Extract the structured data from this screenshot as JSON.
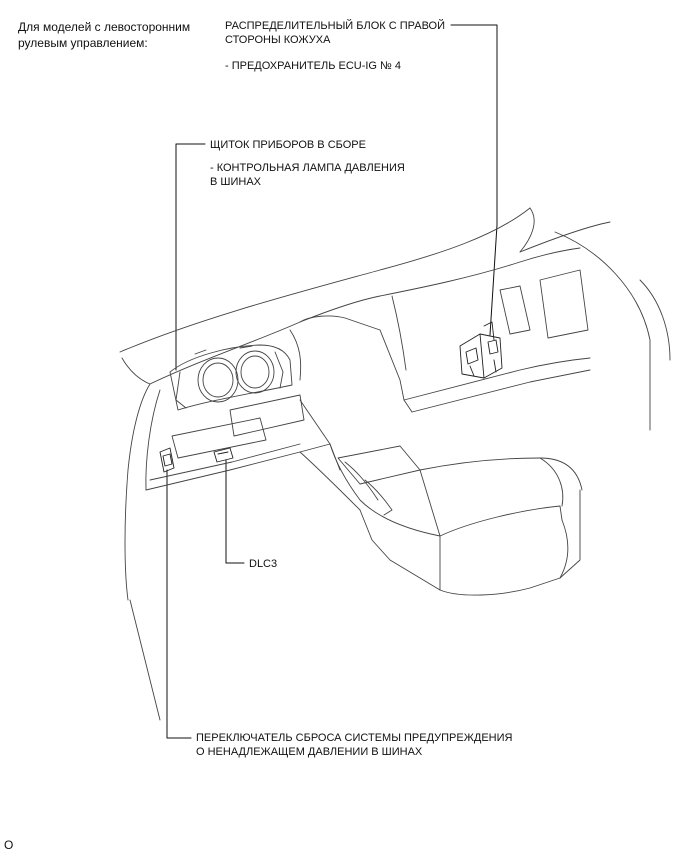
{
  "heading": [
    "Для моделей с левосторонним",
    "рулевым управлением:"
  ],
  "callouts": {
    "junction_block": {
      "title": [
        "РАСПРЕДЕЛИТЕЛЬНЫЙ БЛОК С ПРАВОЙ",
        "СТОРОНЫ КОЖУХА"
      ],
      "item": "- ПРЕДОХРАНИТЕЛЬ ECU-IG № 4"
    },
    "combination_meter": {
      "title": "ЩИТОК ПРИБОРОВ В СБОРЕ",
      "item": [
        "- КОНТРОЛЬНАЯ ЛАМПА ДАВЛЕНИЯ",
        "В ШИНАХ"
      ]
    },
    "dlc3": {
      "title": "DLC3"
    },
    "reset_switch": {
      "title": [
        "ПЕРЕКЛЮЧАТЕЛЬ СБРОСА СИСТЕМЫ ПРЕДУПРЕЖДЕНИЯ",
        "О НЕНАДЛЕЖАЩЕМ ДАВЛЕНИИ В ШИНАХ"
      ]
    }
  },
  "figure_code": "O"
}
